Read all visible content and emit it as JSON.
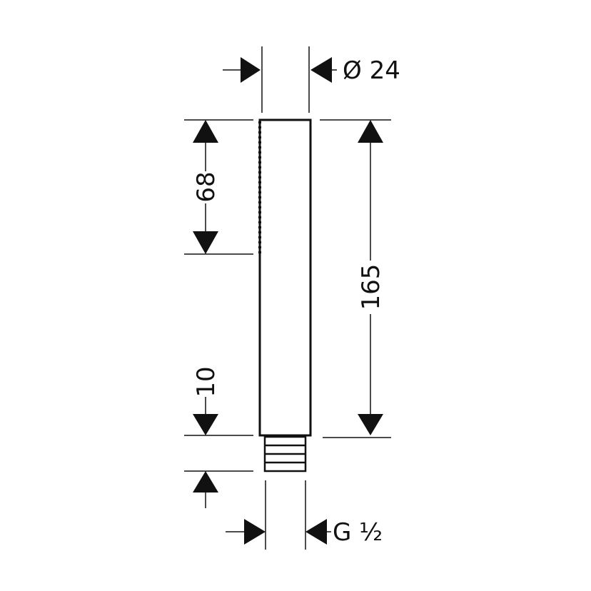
{
  "dimensions": {
    "diameter": "Ø 24",
    "spray_face_length": "68",
    "total_length": "165",
    "thread_length": "10",
    "thread_size": "G ½"
  },
  "colors": {
    "line": "#111111",
    "background": "#ffffff"
  }
}
